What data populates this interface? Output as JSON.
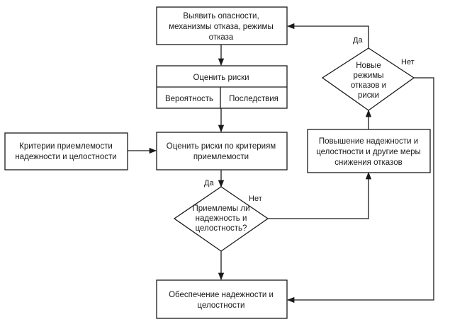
{
  "nodes": {
    "identify": {
      "lines": [
        "Выявить опасности,",
        "механизмы отказа, режимы",
        "отказа"
      ]
    },
    "assess": {
      "title": "Оценить риски",
      "left": "Вероятность",
      "right": "Последствия"
    },
    "criteria": {
      "lines": [
        "Критерии приемлемости",
        "надежности и целостности"
      ]
    },
    "evaluate": {
      "lines": [
        "Оценить риски по критериям",
        "приемлемости"
      ]
    },
    "acceptable": {
      "lines": [
        "Приемлемы ли",
        "надежность и",
        "целостность?"
      ]
    },
    "ensure": {
      "lines": [
        "Обеспечение надежности и",
        "целостности"
      ]
    },
    "improve": {
      "lines": [
        "Повышение надежности и",
        "целостности и другие меры",
        "снижения отказов"
      ]
    },
    "new_modes": {
      "lines": [
        "Новые",
        "режимы",
        "отказов и",
        "риски"
      ]
    }
  },
  "labels": {
    "yes_acceptable": "Да",
    "no_acceptable": "Нет",
    "yes_new": "Да",
    "no_new": "Нет"
  }
}
